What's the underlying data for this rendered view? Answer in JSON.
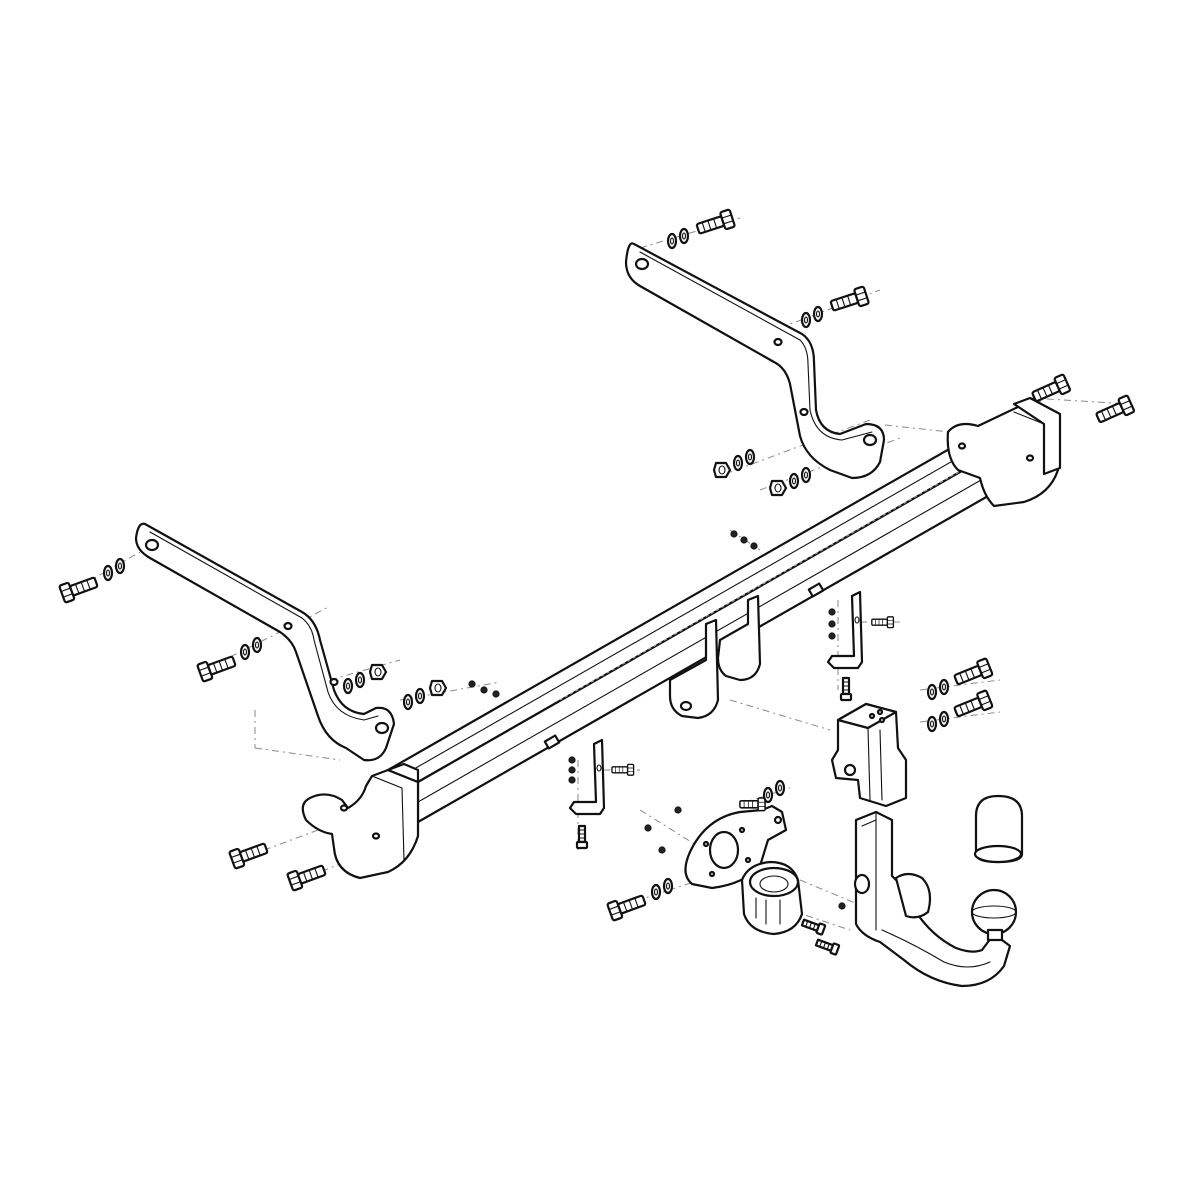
{
  "colors": {
    "background": "#ffffff",
    "line": "#111111",
    "centerline": "#8a8a8a"
  },
  "components": [
    {
      "name": "main-crossbar",
      "count": 1
    },
    {
      "name": "left-mounting-bracket",
      "count": 1
    },
    {
      "name": "right-mounting-bracket",
      "count": 1
    },
    {
      "name": "left-end-plate",
      "count": 1
    },
    {
      "name": "right-end-plate",
      "count": 1
    },
    {
      "name": "l-brackets",
      "count": 2
    },
    {
      "name": "detachable-tow-ball-neck",
      "count": 1
    },
    {
      "name": "tow-ball-cap",
      "count": 1
    },
    {
      "name": "receiver-housing",
      "count": 1
    },
    {
      "name": "socket-plate",
      "count": 1
    },
    {
      "name": "electrical-socket",
      "count": 1
    }
  ]
}
